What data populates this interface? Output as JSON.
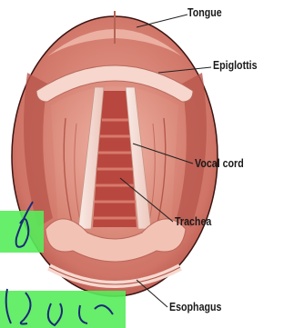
{
  "labels": {
    "tongue": "Tongue",
    "epiglottis": "Epiglottis",
    "vocal_cord": "Vocal cord",
    "trachea": "Trachea",
    "esophagus": "Esophagus"
  },
  "colors": {
    "outer_rim": "#c9655a",
    "tissue": "#d98a7a",
    "fold_light": "#f3c7bc",
    "cord_white": "#f7e3dc",
    "trachea_dark": "#b34d43",
    "trachea_ring": "#c96a5d",
    "highlighter": "#57ec5a",
    "ink": "#1b2a78"
  }
}
